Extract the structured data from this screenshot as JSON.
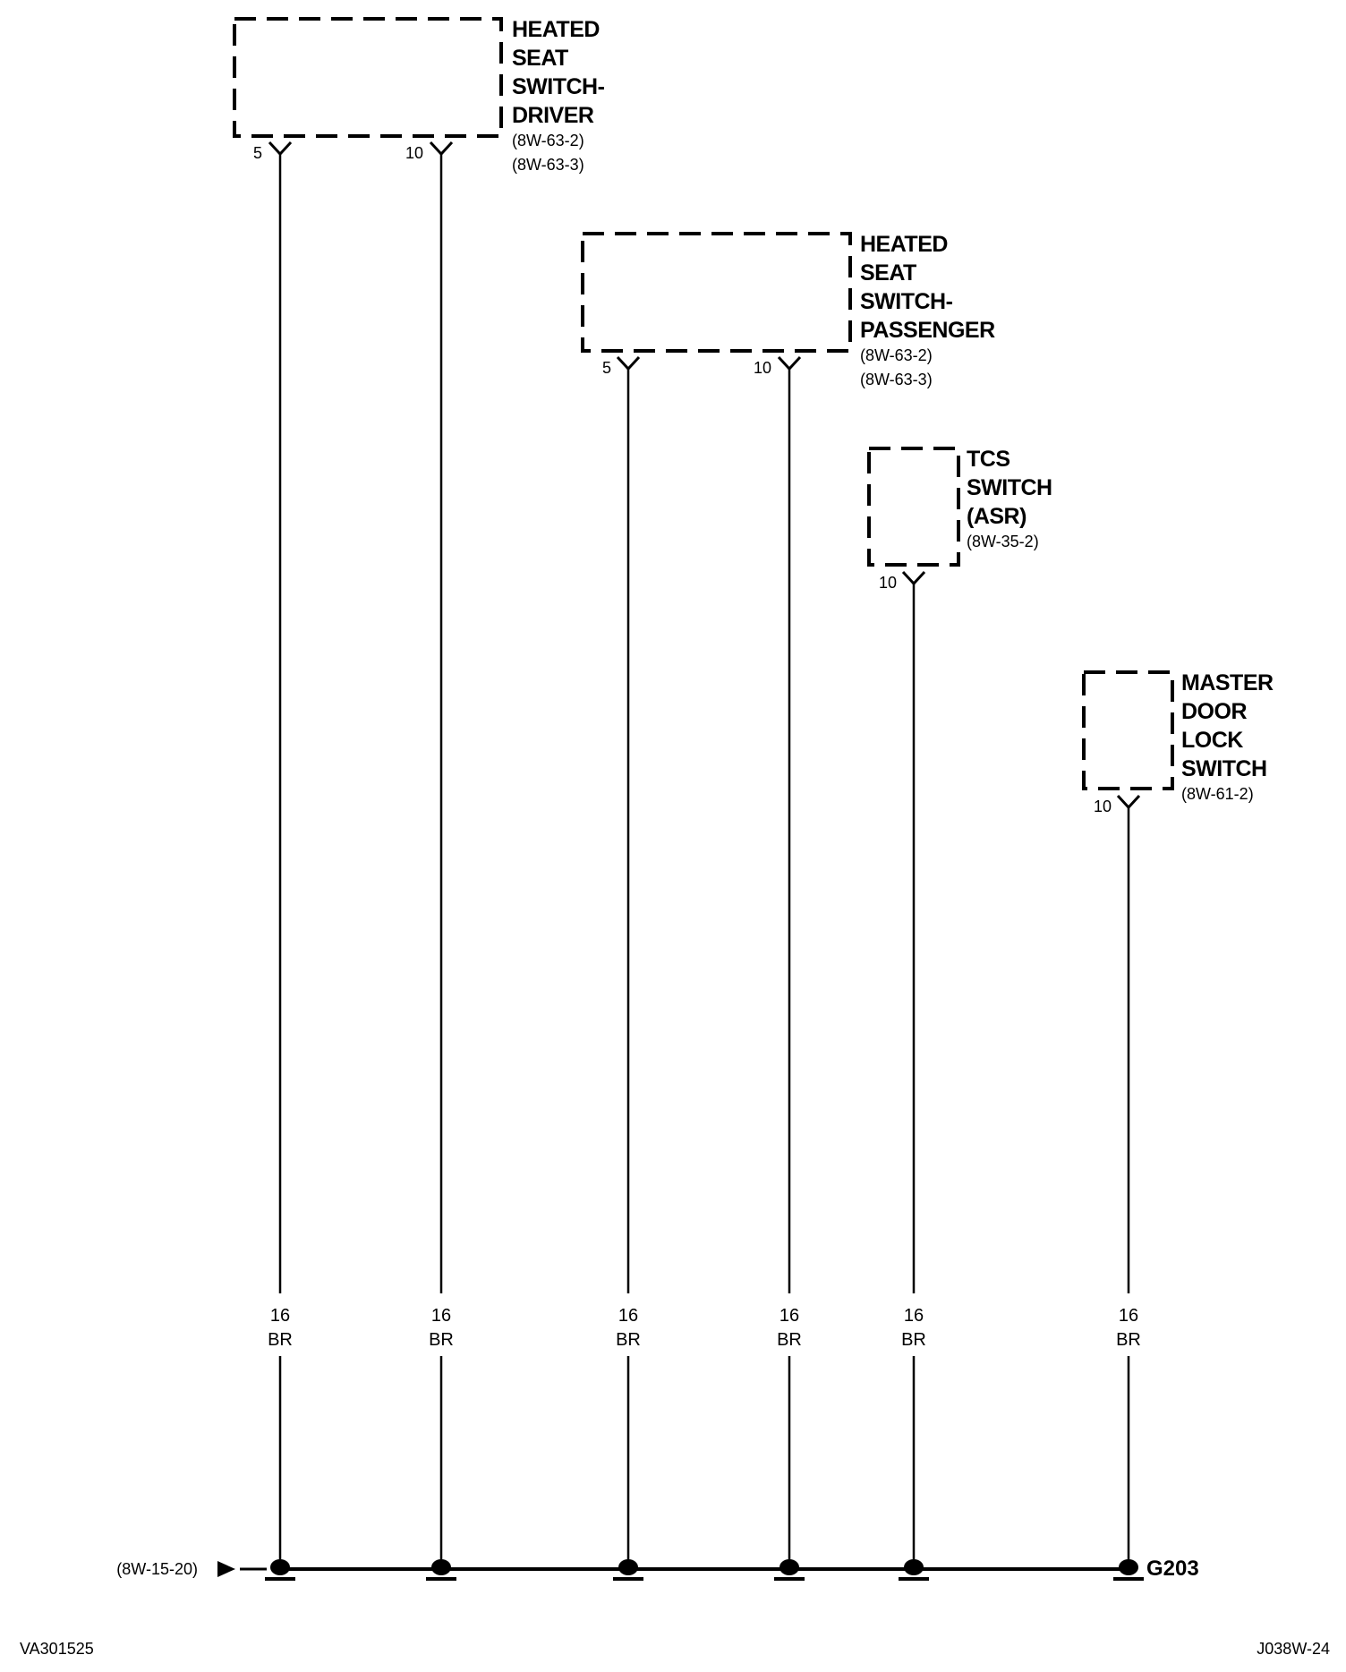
{
  "components": [
    {
      "id": "heated-seat-switch-driver",
      "title_lines": [
        "HEATED",
        "SEAT",
        "SWITCH-",
        "DRIVER"
      ],
      "refs": [
        "(8W-63-2)",
        "(8W-63-3)"
      ],
      "pins": [
        "5",
        "10"
      ]
    },
    {
      "id": "heated-seat-switch-passenger",
      "title_lines": [
        "HEATED",
        "SEAT",
        "SWITCH-",
        "PASSENGER"
      ],
      "refs": [
        "(8W-63-2)",
        "(8W-63-3)"
      ],
      "pins": [
        "5",
        "10"
      ]
    },
    {
      "id": "tcs-switch",
      "title_lines": [
        "TCS",
        "SWITCH",
        "(ASR)"
      ],
      "refs": [
        "(8W-35-2)"
      ],
      "pins": [
        "10"
      ]
    },
    {
      "id": "master-door-lock-switch",
      "title_lines": [
        "MASTER",
        "DOOR",
        "LOCK",
        "SWITCH"
      ],
      "refs": [
        "(8W-61-2)"
      ],
      "pins": [
        "10"
      ]
    }
  ],
  "wires": [
    {
      "gauge": "16",
      "color": "BR"
    },
    {
      "gauge": "16",
      "color": "BR"
    },
    {
      "gauge": "16",
      "color": "BR"
    },
    {
      "gauge": "16",
      "color": "BR"
    },
    {
      "gauge": "16",
      "color": "BR"
    },
    {
      "gauge": "16",
      "color": "BR"
    }
  ],
  "ground": {
    "label": "G203",
    "ref": "(8W-15-20)"
  },
  "footer": {
    "left_code": "VA301525",
    "right_code": "J038W-24"
  }
}
